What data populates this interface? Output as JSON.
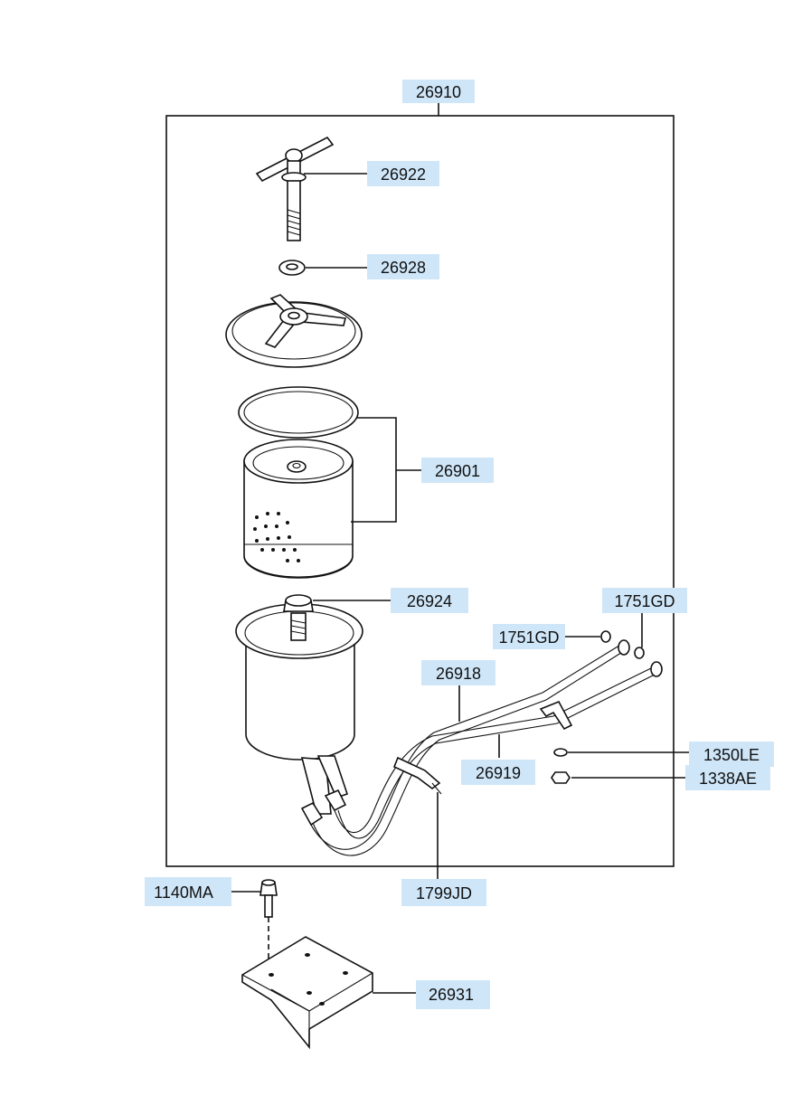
{
  "labels": {
    "p26910": "26910",
    "p26922": "26922",
    "p26928": "26928",
    "p26901": "26901",
    "p26924": "26924",
    "p1751GD_a": "1751GD",
    "p1751GD_b": "1751GD",
    "p26918": "26918",
    "p26919": "26919",
    "p1350LE": "1350LE",
    "p1338AE": "1338AE",
    "p1799JD": "1799JD",
    "p1140MA": "1140MA",
    "p26931": "26931"
  }
}
